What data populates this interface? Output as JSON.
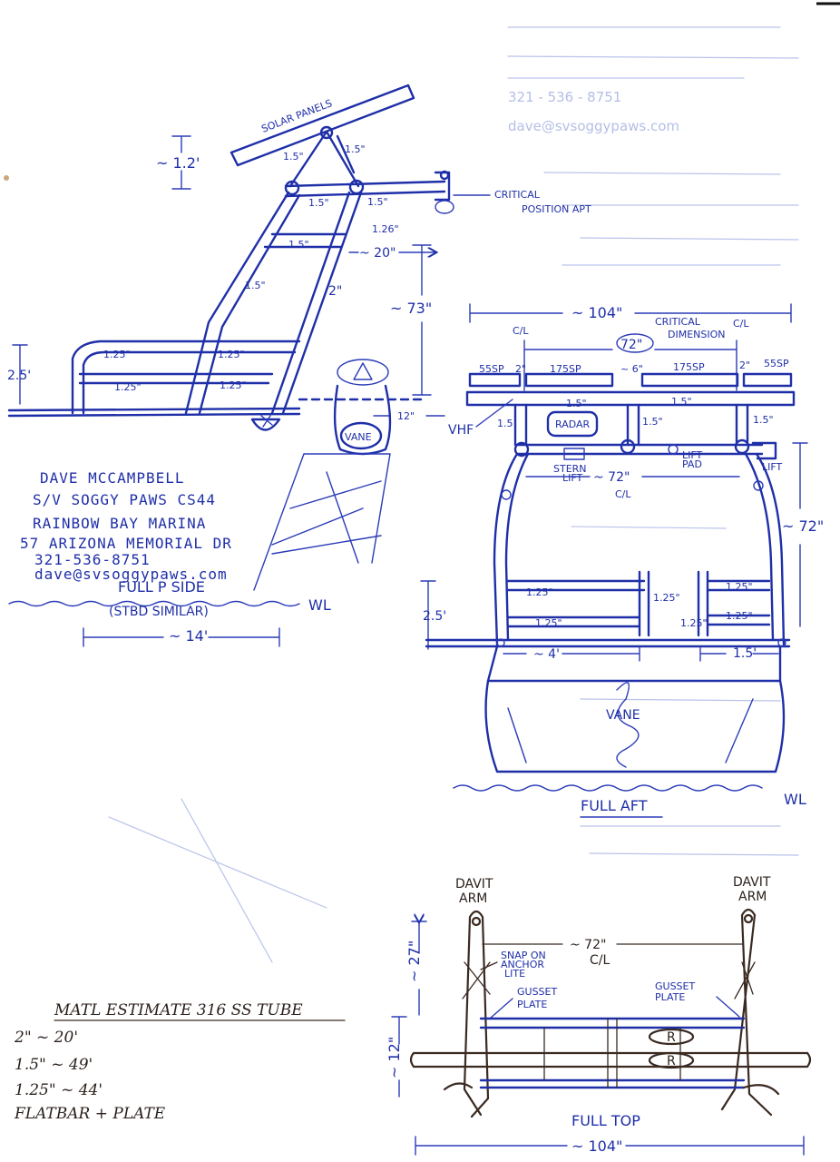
{
  "faint_text": {
    "phone": "321 - 536 - 8751",
    "email": "dave@svsoggypaws.com"
  },
  "side_view": {
    "solar": "SOLAR PANELS",
    "h12": "~ 1.2'",
    "critical_position": "CRITICAL",
    "critical_position2": "POSITION APT",
    "t15a": "1.5\"",
    "t15b": "1.5\"",
    "t15c": "1.5\"",
    "t15d": "1.5\"",
    "t126": "1.26\"",
    "t15e": "1.5\"",
    "t20": "~ 20\"",
    "t15f": "1.5\"",
    "t2": "2\"",
    "t73": "~ 73\"",
    "t25": "2.5'",
    "t125a": "1.25\"",
    "t125b": "1.25\"",
    "t125c": "1.25\"",
    "t125d": "1.25\"",
    "t12": "12\"",
    "vane": "VANE",
    "view_label": "FULL P SIDE",
    "view_sub": "(STBD SIMILAR)",
    "wl": "WL",
    "length": "~ 14'"
  },
  "owner": {
    "name": "DAVE MCCAMPBELL",
    "boat": "S/V SOGGY PAWS CS44",
    "marina": "RAINBOW BAY MARINA",
    "address": "57 ARIZONA MEMORIAL DR",
    "phone": "321-536-8751",
    "email": "dave@svsoggypaws.com"
  },
  "aft_view": {
    "w104": "~ 104\"",
    "cl_left": "C/L",
    "cl_right": "C/L",
    "critical": "CRITICAL",
    "dimension": "DIMENSION",
    "w72": "72\"",
    "sp55l": "55SP",
    "sp2l": "2\"",
    "sp175l": "175SP",
    "sp6": "~ 6\"",
    "sp175r": "175SP",
    "sp2r": "2\"",
    "sp55r": "55SP",
    "vhf": "VHF",
    "t15a": "1.5",
    "radar": "RADAR",
    "t15b": "1.5\"",
    "t15c": "1.5\"",
    "t15d": "1.5\"",
    "t15e": "1.5\"",
    "stern_lift": "STERN",
    "stern_lift2": "LIFT",
    "lift_pad": "LIFT",
    "lift_pad2": "PAD",
    "lift": "LIFT",
    "w72b": "~ 72\"",
    "cl_b": "C/L",
    "h72": "~ 72\"",
    "t125a": "1.25\"",
    "t125b": "1.25\"",
    "t125c": "1.25\"",
    "t125d": "1.25\"",
    "t125e": "1.25\"",
    "t125f": "1.25\"",
    "t25": "2.5'",
    "w4": "~ 4'",
    "w15": "1.5'",
    "vane": "VANE",
    "view_label": "FULL AFT",
    "wl": "WL"
  },
  "top_view": {
    "davit_l": "DAVIT",
    "davit_l2": "ARM",
    "davit_r": "DAVIT",
    "davit_r2": "ARM",
    "w72": "~ 72\"",
    "cl": "C/L",
    "snap1": "SNAP ON",
    "snap2": "ANCHOR",
    "snap3": "LITE",
    "gusset_l": "GUSSET",
    "gusset_l2": "PLATE",
    "gusset_r": "GUSSET",
    "gusset_r2": "PLATE",
    "h27": "~ 27\"",
    "h12": "~ 12\"",
    "r1": "R",
    "r2": "R",
    "view_label": "FULL TOP",
    "w104": "~ 104\""
  },
  "material": {
    "title": "MATL ESTIMATE 316 SS TUBE",
    "row1": "2\"   ~ 20'",
    "row2": "1.5\"  ~ 49'",
    "row3": "1.25\" ~ 44'",
    "row4": "FLATBAR + PLATE"
  }
}
